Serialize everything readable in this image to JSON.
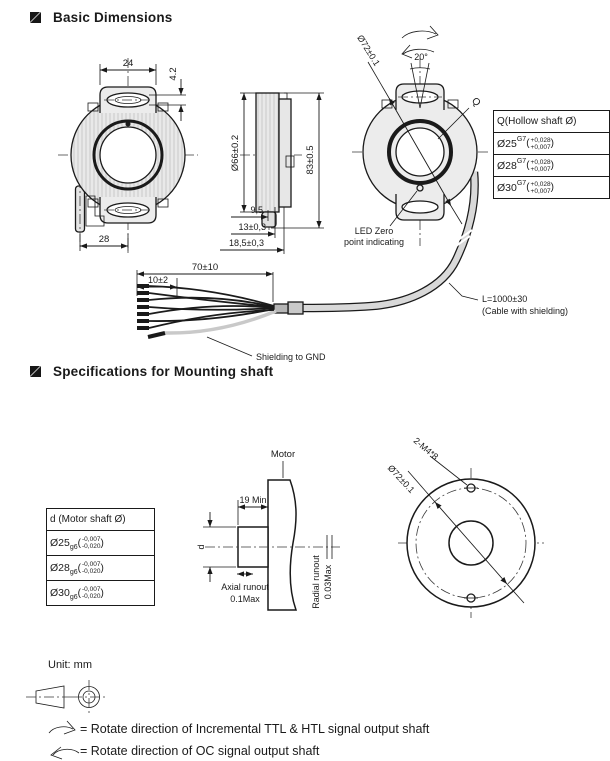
{
  "document": {
    "section_basic_title": "Basic Dimensions",
    "section_mounting_title": "Specifications for Mounting shaft",
    "unit_label": "Unit: mm"
  },
  "basic": {
    "front": {
      "dim_tab_width": "24",
      "dim_slot_height": "4.2",
      "dim_cable_offset": "28"
    },
    "side": {
      "dim_body_dia": "Ø66±0.2",
      "dim_total_height": "83±0.5",
      "dim_step1": "9,5",
      "dim_step2": "13±0,3",
      "dim_step3": "18,5±0,3"
    },
    "rear": {
      "dim_bolt_circle": "Ø72±0.1",
      "dim_tab_angle": "20°",
      "hollow_shaft_label": "Q",
      "led_note_line1": "LED Zero",
      "led_note_line2": "point indicating"
    },
    "cable": {
      "dim_fanout": "70±10",
      "dim_strip": "10±2",
      "shield_note": "Shielding to GND",
      "length_note_line1": "L=1000±30",
      "length_note_line2": "(Cable with shielding)"
    }
  },
  "hollow_shaft_table": {
    "header": "Q(Hollow shaft Ø)",
    "paren_open": "(",
    "paren_close": ")",
    "rows": [
      {
        "size": "Ø25",
        "fit": "G7",
        "tol_upper": "+0,028",
        "tol_lower": "+0,007"
      },
      {
        "size": "Ø28",
        "fit": "G7",
        "tol_upper": "+0,028",
        "tol_lower": "+0,007"
      },
      {
        "size": "Ø30",
        "fit": "G7",
        "tol_upper": "+0,028",
        "tol_lower": "+0,007"
      }
    ]
  },
  "motor_shaft_table": {
    "header": "d (Motor shaft Ø)",
    "paren_open": "(",
    "paren_close": ")",
    "rows": [
      {
        "size": "Ø25",
        "fit": "g6",
        "tol_upper": "-0,007",
        "tol_lower": "-0,020"
      },
      {
        "size": "Ø28",
        "fit": "g6",
        "tol_upper": "-0,007",
        "tol_lower": "-0,020"
      },
      {
        "size": "Ø30",
        "fit": "g6",
        "tol_upper": "-0,007",
        "tol_lower": "-0,020"
      }
    ]
  },
  "mounting": {
    "motor_label": "Motor",
    "dim_insert_depth": "19 Min",
    "dim_shaft_d": "d",
    "axial_note_line1": "Axial runout",
    "axial_note_line2": "0.1Max",
    "radial_note_line1": "Radial runout",
    "radial_note_line2": "0.03Max",
    "screws_label": "2-M4*8",
    "dim_bolt_circle": "Ø72±0.1"
  },
  "legend": {
    "ttl": "= Rotate direction of Incremental TTL & HTL signal output shaft",
    "oc": "= Rotate direction of OC signal output shaft"
  },
  "icons": {
    "section_bullet": "filled-square",
    "rotate_cw": "curved-arrow-clockwise",
    "rotate_ccw": "curved-arrow-counterclockwise",
    "projection_symbol": "truncated-cone-and-circle"
  },
  "colors": {
    "line": "#1a1a1a",
    "fill_light": "#e9e9e9",
    "cable_gray": "#d9d9d9"
  }
}
